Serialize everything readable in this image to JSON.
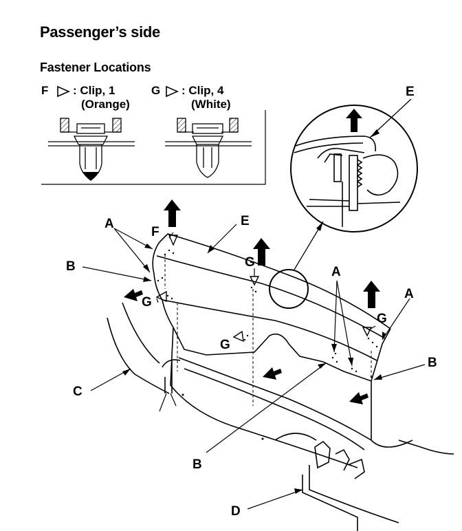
{
  "heading": "Passenger’s side",
  "fastener_section": {
    "title": "Fastener Locations",
    "clips": [
      {
        "letter": "F",
        "text": ": Clip, 1",
        "color": "(Orange)"
      },
      {
        "letter": "G",
        "text": ": Clip, 4",
        "color": "(White)"
      }
    ]
  },
  "labels": {
    "A": "A",
    "B": "B",
    "C": "C",
    "D": "D",
    "E": "E",
    "F": "F",
    "G": "G"
  }
}
